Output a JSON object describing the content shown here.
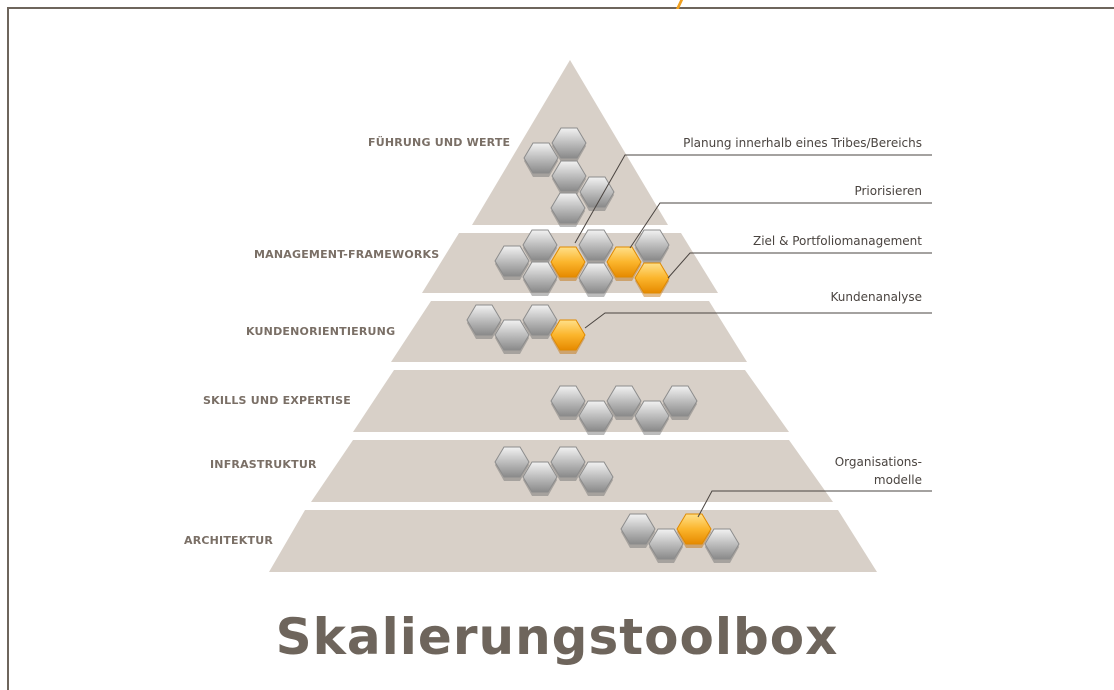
{
  "title": "Skalierungstoolbox",
  "layers": [
    {
      "label": "FÜHRUNG UND WERTE"
    },
    {
      "label": "MANAGEMENT-FRAMEWORKS"
    },
    {
      "label": "KUNDENORIENTIERUNG"
    },
    {
      "label": "SKILLS UND  EXPERTISE"
    },
    {
      "label": "INFRASTRUKTUR"
    },
    {
      "label": "ARCHITEKTUR"
    }
  ],
  "annotations": [
    {
      "text": "Planung innerhalb eines Tribes/Bereichs"
    },
    {
      "text": "Priorisieren"
    },
    {
      "text": "Ziel & Portfoliomanagement"
    },
    {
      "text": "Kundenanalyse"
    },
    {
      "text": "Organisations-"
    },
    {
      "text": "modelle"
    }
  ],
  "colors": {
    "pyramid": "#d8d0c8",
    "hex_gray": "#a8a8a8",
    "hex_orange": "#f5a623",
    "text": "#7a6f66",
    "frame": "#6e655c"
  }
}
